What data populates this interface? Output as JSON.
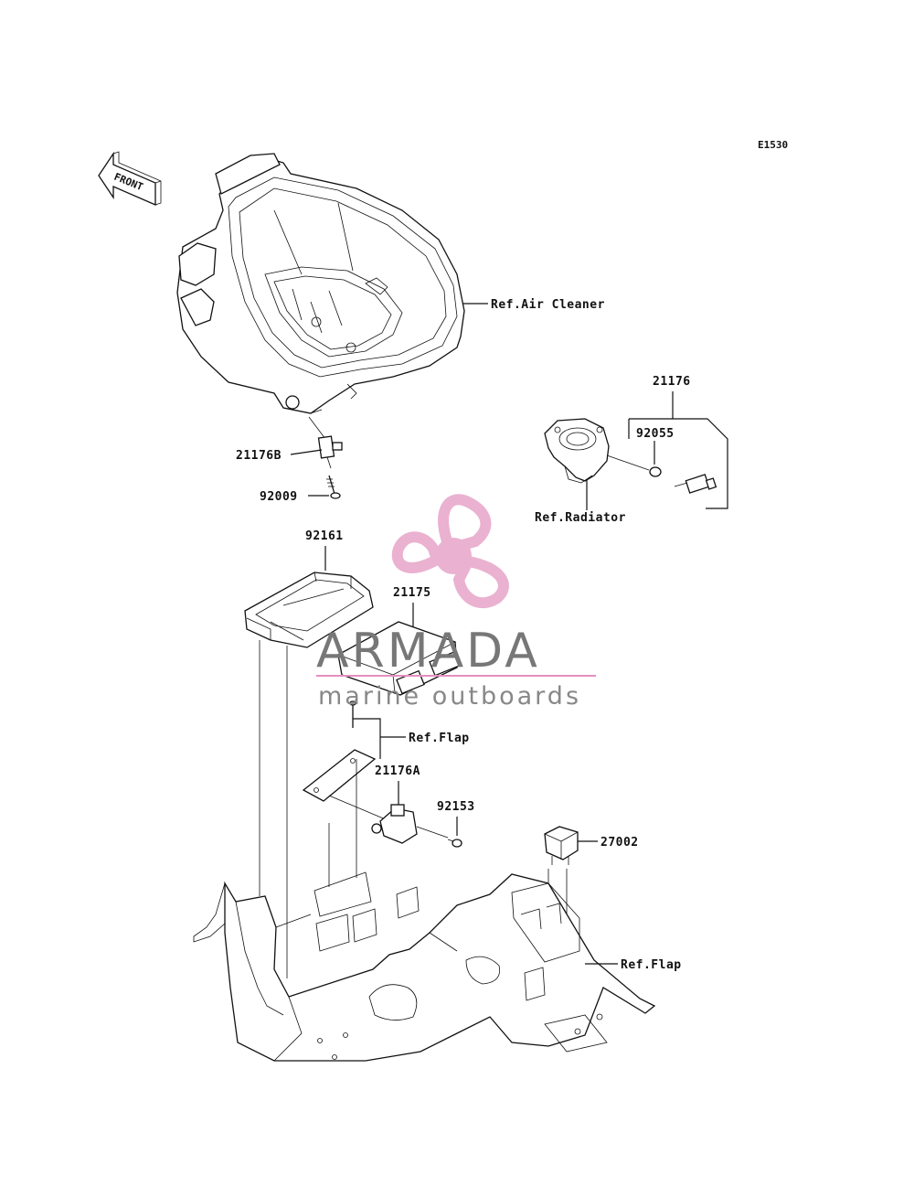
{
  "diagram_code": "E1530",
  "front_label": "FRONT",
  "labels": {
    "air_cleaner_ref": "Ref.Air Cleaner",
    "radiator_ref": "Ref.Radiator",
    "flap_ref_upper": "Ref.Flap",
    "flap_ref_lower": "Ref.Flap",
    "part_21176": "21176",
    "part_92055": "92055",
    "part_21176B": "21176B",
    "part_92009": "92009",
    "part_92161": "92161",
    "part_21175": "21175",
    "part_21176A": "21176A",
    "part_92153": "92153",
    "part_27002": "27002"
  },
  "watermark": {
    "brand": "ARMADA",
    "tagline": "marine outboards",
    "colors": {
      "logo_pink": "#e8a9cc",
      "logo_pink_dark": "#d98bb9",
      "text_grey": "#777777",
      "rule_pink": "#e48fc0"
    }
  },
  "colors": {
    "line": "#111111",
    "background": "#ffffff"
  }
}
